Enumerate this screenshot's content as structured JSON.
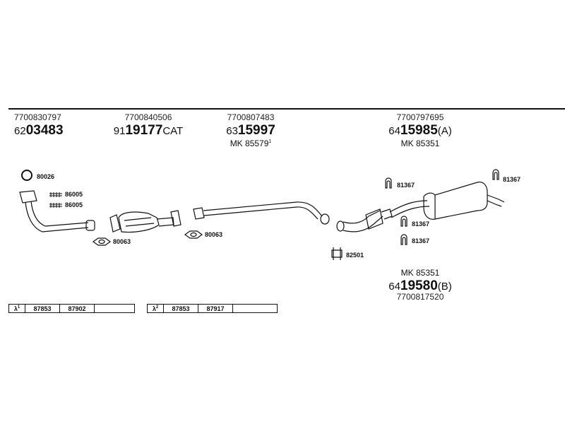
{
  "parts": {
    "front_pipe": {
      "ref": "7700830797",
      "prefix": "62",
      "number": "03483"
    },
    "catalyst": {
      "ref": "7700840506",
      "prefix": "91",
      "number": "19177",
      "suffix": "CAT"
    },
    "center_pipe": {
      "ref": "7700807483",
      "prefix": "63",
      "number": "15997",
      "mk": "MK 85579",
      "mk_sup": "1"
    },
    "rear_silencer_a": {
      "ref": "7700797695",
      "prefix": "64",
      "number": "15985",
      "suffix": "(A)",
      "mk": "MK 85351"
    },
    "rear_silencer_b": {
      "mk": "MK 85351",
      "prefix": "64",
      "number": "19580",
      "suffix": "(B)",
      "ref": "7700817520"
    }
  },
  "small_parts": {
    "ring_80026": "80026",
    "bolt_86005_a": "86005",
    "bolt_86005_b": "86005",
    "gasket_80063_a": "80063",
    "gasket_80063_b": "80063",
    "clamp_82501": "82501",
    "hanger_81367_a": "81367",
    "hanger_81367_b": "81367",
    "hanger_81367_c": "81367",
    "hanger_81367_d": "81367"
  },
  "lambda_tables": [
    {
      "symbol": "λ",
      "sup": "1",
      "cells": [
        "87853",
        "87902",
        ""
      ]
    },
    {
      "symbol": "λ",
      "sup": "2",
      "cells": [
        "87853",
        "87917",
        ""
      ]
    }
  ]
}
